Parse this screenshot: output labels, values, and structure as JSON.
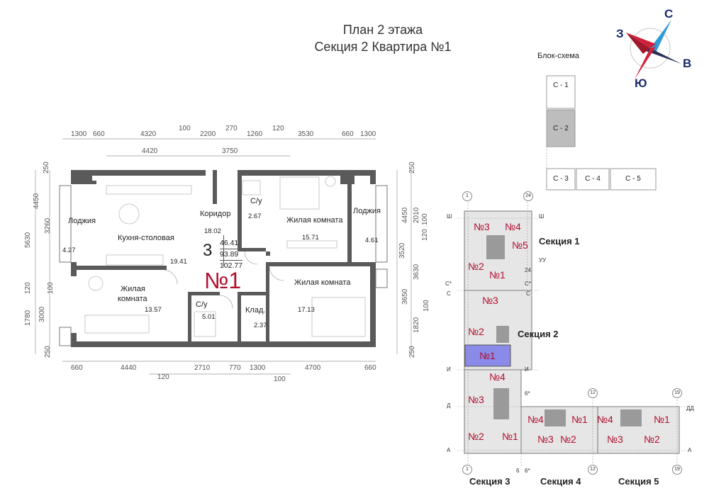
{
  "title": {
    "line1": "План 2 этажа",
    "line2": "Секция 2   Квартира №1"
  },
  "compass": {
    "n": "С",
    "s": "Ю",
    "w": "З",
    "e": "В",
    "colors": {
      "red": "#d0213a",
      "blue": "#2f9ad6",
      "dark": "#2a2f5a"
    }
  },
  "block_scheme": {
    "label": "Блок-схема",
    "blocks": [
      "С - 1",
      "С - 2",
      "С - 3",
      "С - 4",
      "С - 5"
    ],
    "highlight_color": "#bdbdbd"
  },
  "dimensions": {
    "top_row1": [
      "1300",
      "660",
      "4320",
      "100",
      "2200",
      "270",
      "1260",
      "120",
      "3530",
      "660",
      "1300"
    ],
    "top_row2": [
      "4420",
      "3750"
    ],
    "bottom_row1": [
      "660",
      "4440",
      "2710",
      "770",
      "1300",
      "4700",
      "660"
    ],
    "bottom_row2": [
      "120",
      "100"
    ],
    "left_outer": [
      "5630",
      "120",
      "1780"
    ],
    "left_inner": [
      "250",
      "4450",
      "3260",
      "100",
      "3000",
      "250"
    ],
    "right_inner": [
      "2010",
      "120",
      "3630",
      "3650",
      "1820",
      "100"
    ],
    "right_outer": [
      "250",
      "4450",
      "3520",
      "100",
      "250"
    ]
  },
  "rooms": {
    "loggia_left": {
      "name": "Лоджия",
      "area": "4.27"
    },
    "kitchen": {
      "name": "Кухня-столовая",
      "area": "19.41"
    },
    "corridor": {
      "name": "Коридор",
      "area": "18.02"
    },
    "bath_top": {
      "name": "С/у",
      "area": "2.67"
    },
    "living_top": {
      "name": "Жилая комната",
      "area": "15.71"
    },
    "loggia_right": {
      "name": "Лоджия",
      "area": "4.61"
    },
    "living_left": {
      "name_line1": "Жилая",
      "name_line2": "комната",
      "area": "13.57"
    },
    "bath_bottom": {
      "name": "С/у",
      "area": "5.01"
    },
    "storage": {
      "name": "Клад.",
      "area": "2.37"
    },
    "living_bottom": {
      "name": "Жилая комната",
      "area": "17.13"
    }
  },
  "apartment_summary": {
    "rooms_count": "3",
    "living_area": "46.41",
    "total_area": "93.89",
    "total_with_loggia": "102.77",
    "number": "№1"
  },
  "floor_plan_key": {
    "sections": [
      "Секция 1",
      "Секция 2",
      "Секция 3",
      "Секция 4",
      "Секция 5"
    ],
    "section1_apts": [
      "№3",
      "№4",
      "№5",
      "№2",
      "№1"
    ],
    "section2_apts": [
      "№3",
      "№2",
      "№1"
    ],
    "section3_apts": [
      "№4",
      "№3",
      "№2",
      "№1"
    ],
    "section4_apts": [
      "№4",
      "№1",
      "№3",
      "№2"
    ],
    "section5_apts": [
      "№4",
      "№1",
      "№3",
      "№2"
    ],
    "axes_left": [
      "Ш",
      "С*",
      "С",
      "И",
      "Д",
      "А"
    ],
    "axes_right": [
      "Ш",
      "УУ",
      "С*",
      "С",
      "И",
      "ДД",
      "А"
    ],
    "axes_top": [
      "1",
      "24",
      "24",
      "6*",
      "12",
      "19"
    ],
    "axes_bottom": [
      "1",
      "6",
      "6*",
      "12",
      "19"
    ],
    "highlight_color": "#8a8ae8"
  }
}
